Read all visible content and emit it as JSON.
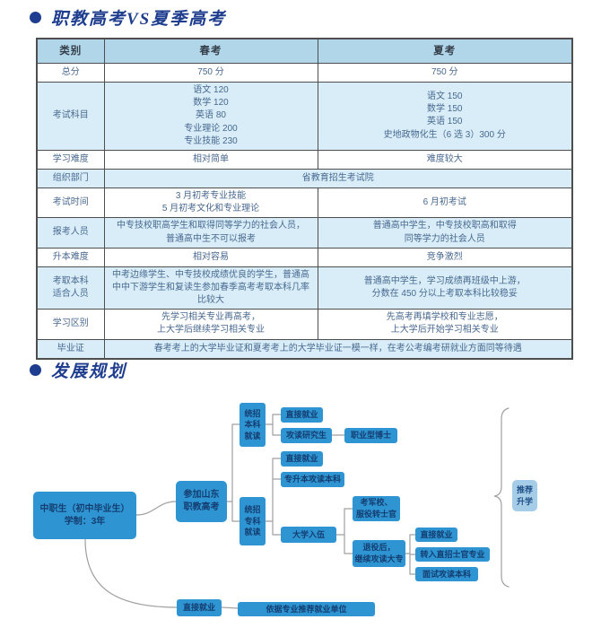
{
  "titles": {
    "section1": "职教高考VS夏季高考",
    "section2": "发展规划"
  },
  "table": {
    "headers": [
      "类别",
      "春考",
      "夏考"
    ],
    "rows": [
      {
        "label": "总分",
        "spring": "750 分",
        "summer": "750 分"
      },
      {
        "label": "考试科目",
        "spring": "语文 120\n数学 120\n英语 80\n专业理论 200\n专业技能 230",
        "summer": "语文 150\n数学 150\n英语 150\n史地政物化生（6 选 3）300 分"
      },
      {
        "label": "学习难度",
        "spring": "相对简单",
        "summer": "难度较大"
      },
      {
        "label": "组织部门",
        "merged": "省教育招生考试院"
      },
      {
        "label": "考试时间",
        "spring": "3 月初考专业技能\n5 月初考文化和专业理论",
        "summer": "6 月初考试"
      },
      {
        "label": "报考人员",
        "spring": "中专技校职高学生和取得同等学力的社会人员，\n普通高中生不可以报考",
        "summer": "普通高中学生，中专技校职高和取得\n同等学力的社会人员"
      },
      {
        "label": "升本难度",
        "spring": "相对容易",
        "summer": "竞争激烈"
      },
      {
        "label": "考取本科\n适合人员",
        "spring": "中考边缘学生、中专技校成绩优良的学生，普通高\n中中下游学生和复读生参加春季高考考取本科几率\n比较大",
        "summer": "普通高中学生，学习成绩再班级中上游，\n分数在 450 分以上考取本科比较稳妥"
      },
      {
        "label": "学习区别",
        "spring": "先学习相关专业再高考，\n上大学后继续学习相关专业",
        "summer": "先高考再填学校和专业志愿，\n上大学后开始学习相关专业"
      },
      {
        "label": "毕业证",
        "merged": "春考考上的大学毕业证和夏考考上的大学毕业证一模一样，在考公考编考研就业方面同等待遇"
      }
    ]
  },
  "flowchart": {
    "nodes": [
      {
        "id": "student",
        "label": "中职生（初中毕业生）\n学制：3年"
      },
      {
        "id": "exam",
        "label": "参加山东\n职教高考"
      },
      {
        "id": "bk",
        "label": "统招\n本科\n就读"
      },
      {
        "id": "bk-job",
        "label": "直接就业"
      },
      {
        "id": "grad",
        "label": "攻读研究生"
      },
      {
        "id": "phd",
        "label": "职业型博士"
      },
      {
        "id": "zk",
        "label": "统招\n专科\n就读"
      },
      {
        "id": "zk-job",
        "label": "直接就业"
      },
      {
        "id": "zsb",
        "label": "专升本攻读本科"
      },
      {
        "id": "army",
        "label": "大学入伍"
      },
      {
        "id": "junxiao",
        "label": "考军校、\n服役转士官"
      },
      {
        "id": "tuiyi",
        "label": "退役后，\n继续攻读大专"
      },
      {
        "id": "tuiyi-job",
        "label": "直接就业"
      },
      {
        "id": "zhizhao",
        "label": "转入直招士官专业"
      },
      {
        "id": "mianshi",
        "label": "面试攻读本科"
      },
      {
        "id": "tuijian",
        "label": "推荐\n升学",
        "style": "light"
      },
      {
        "id": "job",
        "label": "直接就业"
      },
      {
        "id": "jobunit",
        "label": "依据专业推荐就业单位"
      }
    ]
  },
  "colors": {
    "accent_navy": "#1f3d8e",
    "box_blue": "#2e95d2",
    "box_text_navy": "#143e72",
    "light_box_bg": "#a6cde8",
    "table_header_bg": "#b2d6e9",
    "table_alt_row_bg": "#d8edf8",
    "connector_gray": "#9f9f9f"
  }
}
